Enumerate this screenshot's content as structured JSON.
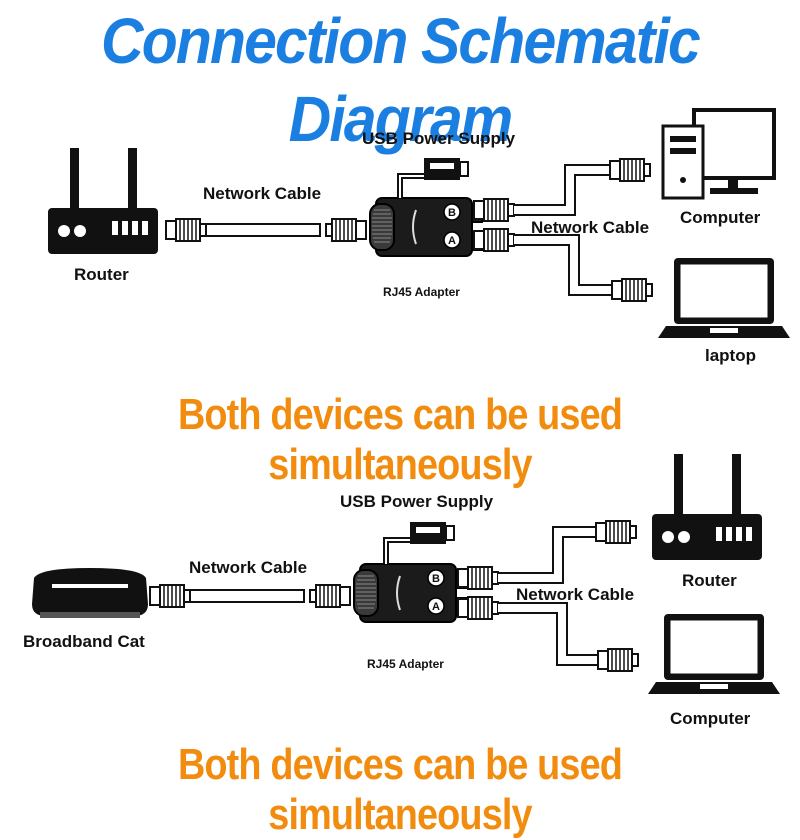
{
  "title": "Connection Schematic Diagram",
  "slogan_top": "Both devices can be used simultaneously",
  "slogan_bottom": "Both devices can be used simultaneously",
  "top_diagram": {
    "usb_label": "USB Power Supply",
    "left_cable_label": "Network Cable",
    "right_cable_label": "Network Cable",
    "adapter_label": "RJ45 Adapter",
    "source_label": "Router",
    "device_a_label": "Computer",
    "device_b_label": "laptop",
    "port_b": "B",
    "port_a": "A"
  },
  "bottom_diagram": {
    "usb_label": "USB Power Supply",
    "left_cable_label": "Network Cable",
    "right_cable_label": "Network Cable",
    "adapter_label": "RJ45 Adapter",
    "source_label": "Broadband Cat",
    "device_a_label": "Router",
    "device_b_label": "Computer",
    "port_b": "B",
    "port_a": "A"
  }
}
